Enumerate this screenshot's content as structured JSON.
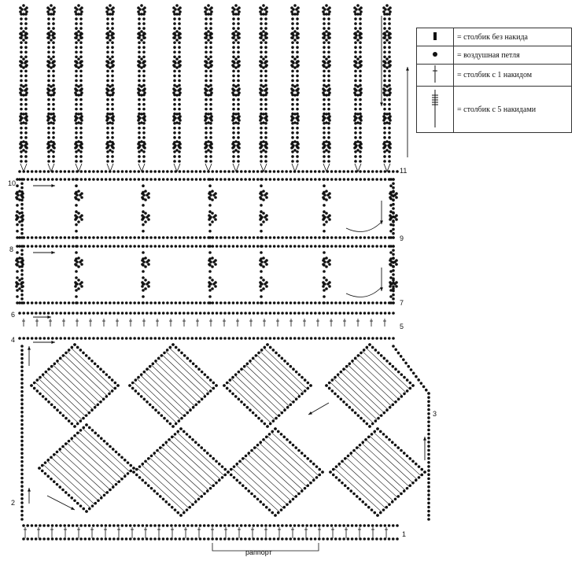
{
  "legend": [
    {
      "symbol": "single-crochet",
      "label": "= столбик без накида"
    },
    {
      "symbol": "chain-stitch",
      "label": "= воздушная петля"
    },
    {
      "symbol": "double-crochet",
      "label": "= столбик с 1 накидом"
    },
    {
      "symbol": "quintuple-treble",
      "label": "= столбик с 5 накидами"
    }
  ],
  "rows": [
    "1",
    "2",
    "3",
    "4",
    "5",
    "6",
    "7",
    "8",
    "9",
    "10",
    "11"
  ],
  "rapport_label": "раппорт",
  "colors": {
    "ink": "#111111"
  }
}
